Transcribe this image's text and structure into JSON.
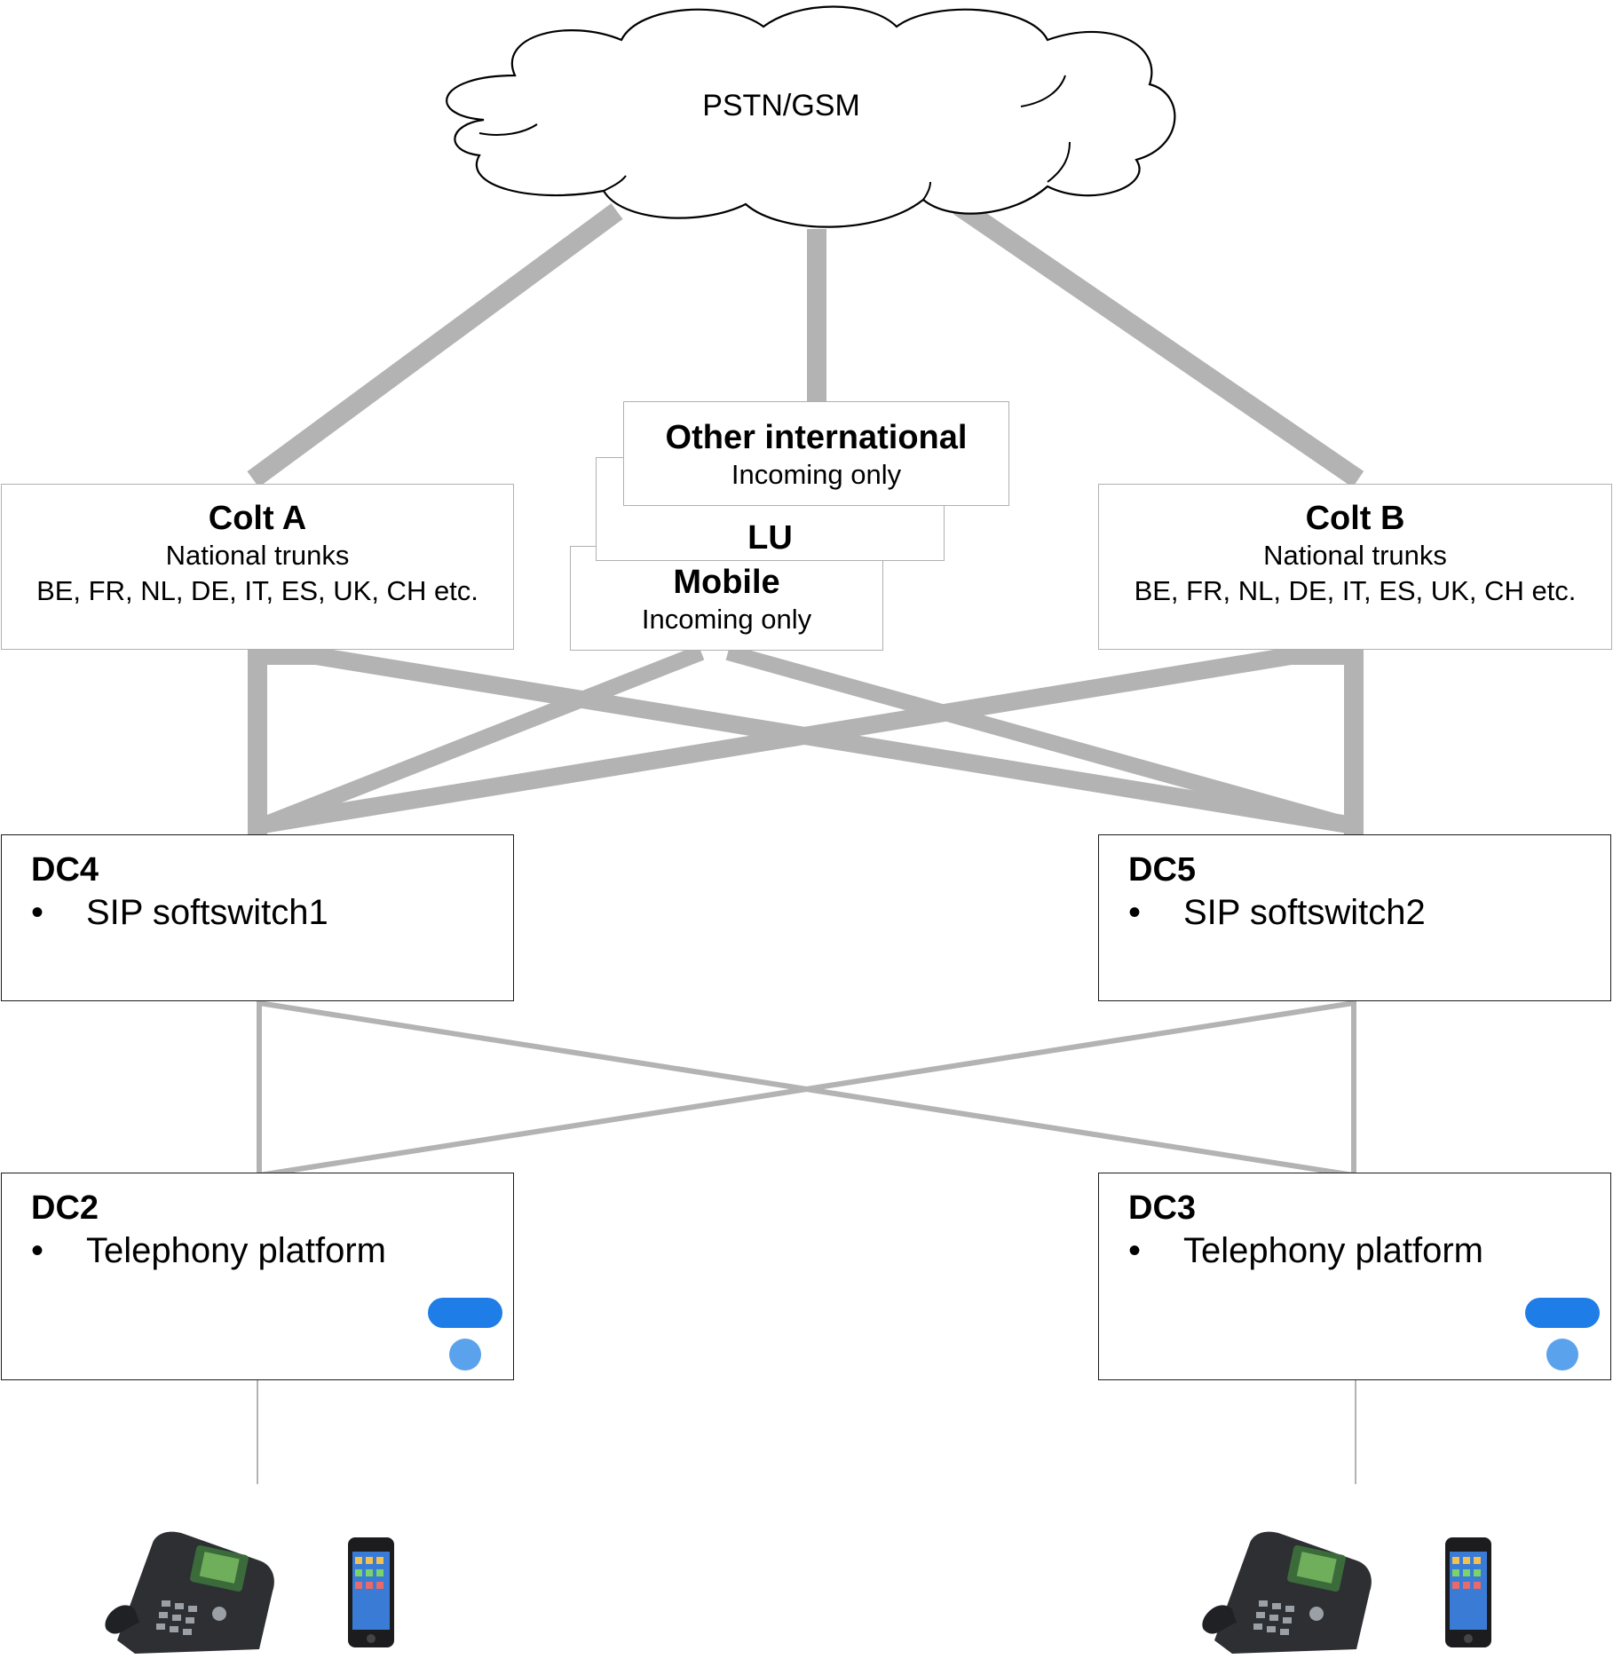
{
  "cloud": {
    "label": "PSTN/GSM"
  },
  "colt_a": {
    "title": "Colt A",
    "line1": "National trunks",
    "line2": "BE, FR, NL, DE, IT, ES, UK, CH etc."
  },
  "colt_b": {
    "title": "Colt B",
    "line1": "National trunks",
    "line2": "BE, FR, NL, DE, IT, ES, UK, CH etc."
  },
  "other_international": {
    "title": "Other international",
    "subtitle": "Incoming only"
  },
  "lu": {
    "title": "LU"
  },
  "mobile": {
    "title": "Mobile",
    "subtitle": "Incoming only"
  },
  "dc4": {
    "title": "DC4",
    "bullet": "•",
    "item": "SIP softswitch1"
  },
  "dc5": {
    "title": "DC5",
    "bullet": "•",
    "item": "SIP softswitch2"
  },
  "dc2": {
    "title": "DC2",
    "bullet": "•",
    "item": "Telephony platform"
  },
  "dc3": {
    "title": "DC3",
    "bullet": "•",
    "item": "Telephony platform"
  },
  "colors": {
    "link": "#b3b3b3",
    "logo_dark": "#1e7de6",
    "logo_light": "#5aa3ec",
    "border": "#b0b0b0"
  },
  "icons": [
    "desk-phone-icon",
    "mobile-phone-icon",
    "telephony-logo-icon"
  ]
}
